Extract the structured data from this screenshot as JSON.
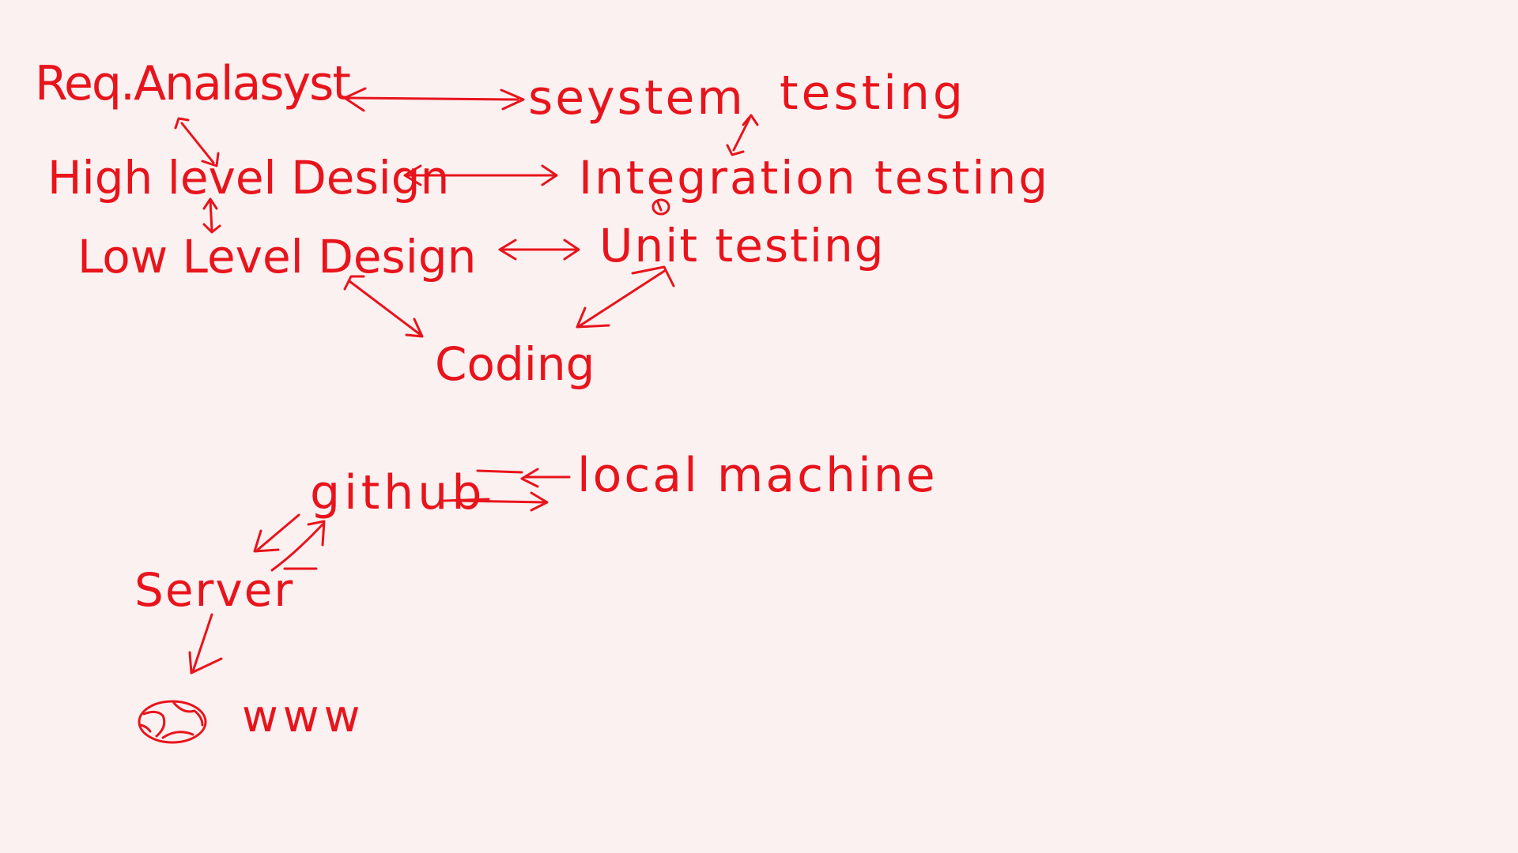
{
  "canvas": {
    "background": "#fcf1f1",
    "ink_color": "#e8141c"
  },
  "labels": {
    "req_analysis": "Req.Analasyst",
    "system_testing_word1": "seystem",
    "system_testing_word2": "testing",
    "high_level_design": "High level Design",
    "integration_testing": "Integration testing",
    "low_level_design": "Low Level Design",
    "unit_testing": "Unit testing",
    "coding": "Coding",
    "github": "github",
    "local_machine": "local machine",
    "server": "Server",
    "www": "www"
  },
  "icons": {
    "globe": "globe-icon"
  }
}
